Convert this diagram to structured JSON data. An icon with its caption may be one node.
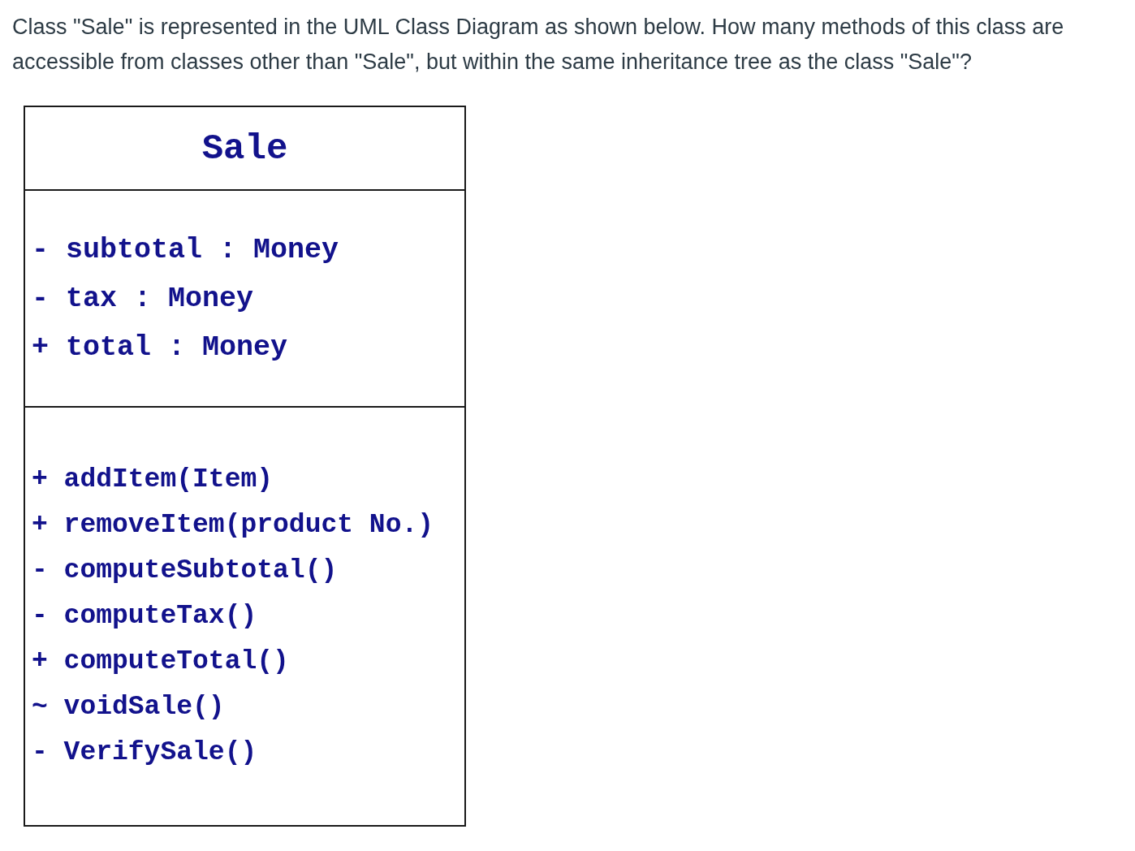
{
  "diagram": {
    "title": "Class \"Sale\" is represented in the UML Class Diagram as shown below. How many methods of this class are accessible from classes other than \"Sale\", but within the same inheritance tree as the class \"Sale\"?",
    "nodes": [
      {
        "text": [
          "Sale"
        ]
      },
      {
        "text": [
          "- subtotal : Money",
          "- tax : Money",
          "+ total : Money"
        ]
      },
      {
        "text": [
          "+ addItem(Item)",
          "+ removeItem(product No.)",
          "- computeSubtotal()",
          "- computeTax()",
          "+ computeTotal()",
          "~ voidSale()",
          "- VerifySale()"
        ]
      }
    ]
  }
}
